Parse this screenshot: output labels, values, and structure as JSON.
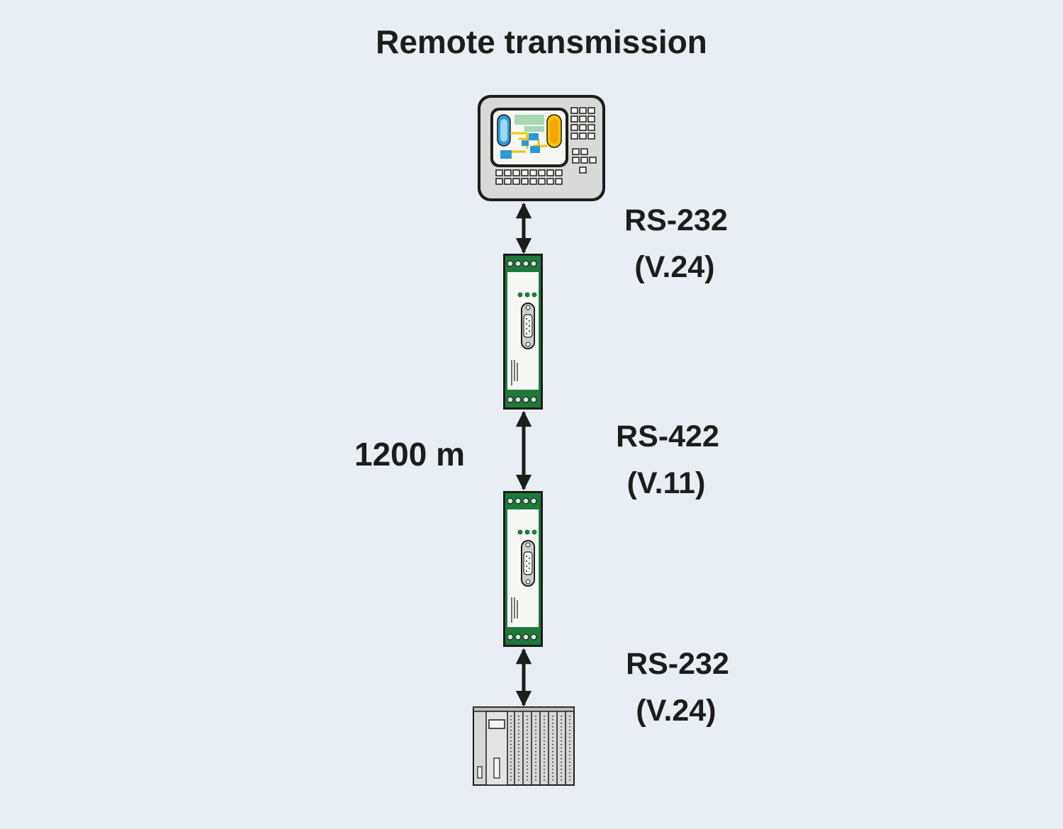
{
  "title": "Remote transmission",
  "devices": [
    {
      "id": "hmi",
      "icon": "operator-panel-icon"
    },
    {
      "id": "converter-top",
      "icon": "interface-converter-icon"
    },
    {
      "id": "converter-bottom",
      "icon": "interface-converter-icon"
    },
    {
      "id": "plc",
      "icon": "plc-controller-icon"
    }
  ],
  "links": [
    {
      "name": "RS-232",
      "standard": "(V.24)"
    },
    {
      "name": "RS-422",
      "standard": "(V.11)",
      "distance": "1200 m"
    },
    {
      "name": "RS-232",
      "standard": "(V.24)"
    }
  ],
  "colors": {
    "background": "#e9eef5",
    "module_green": "#1e7a3a",
    "text": "#1d1d1b",
    "screen_blue": "#2a9bd6",
    "screen_yellow": "#f3c400"
  }
}
